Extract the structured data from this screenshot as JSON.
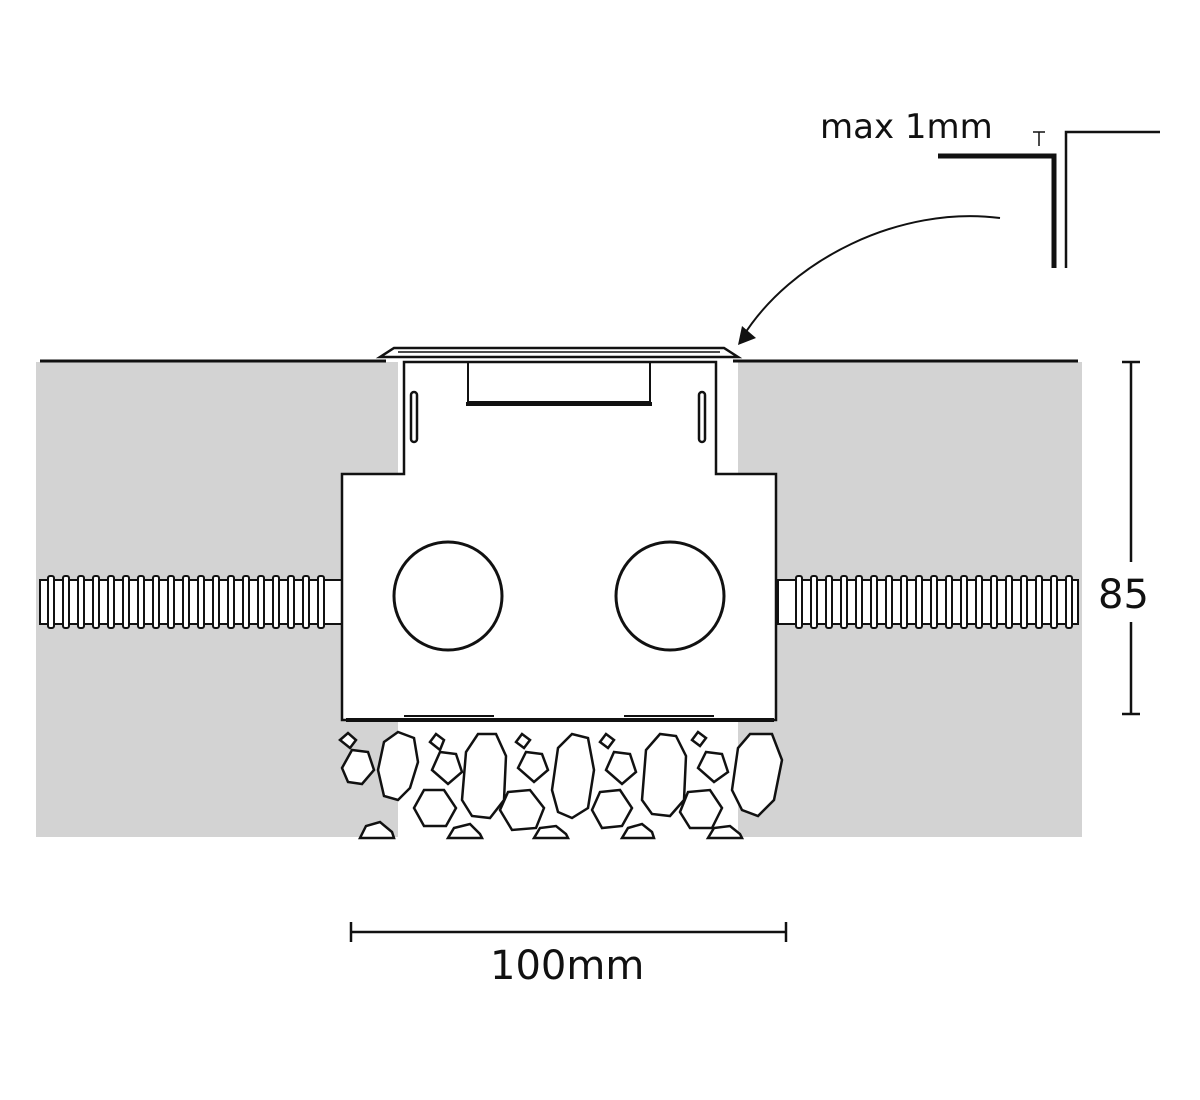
{
  "labels": {
    "tolerance": "max 1mm",
    "depth": "85",
    "width": "100mm"
  },
  "colors": {
    "background": "#ffffff",
    "screed": "#d3d3d3",
    "line": "#111111",
    "component": "#ffffff"
  }
}
